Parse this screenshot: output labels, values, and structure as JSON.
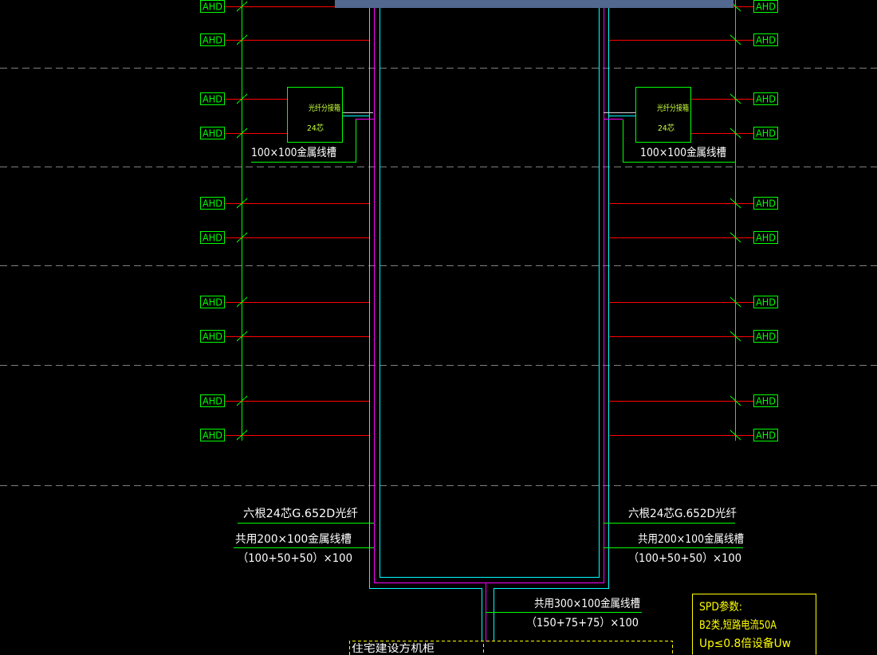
{
  "drawing": {
    "left_outlets": [
      "AHD",
      "AHD",
      "AHD",
      "AHD",
      "AHD",
      "AHD",
      "AHD",
      "AHD",
      "AHD",
      "AHD"
    ],
    "right_outlets": [
      "AHD",
      "AHD",
      "AHD",
      "AHD",
      "AHD",
      "AHD",
      "AHD",
      "AHD",
      "AHD",
      "AHD"
    ],
    "left_fiber_box": {
      "name": "光纤分接箱",
      "cores": "24芯",
      "tray_label": "100×100金属线槽"
    },
    "right_fiber_box": {
      "name": "光纤分接箱",
      "cores": "24芯",
      "tray_label": "100×100金属线槽"
    },
    "left_riser_notes": {
      "fiber": "六根24芯G.652D光纤",
      "tray": "共用200×100金属线槽",
      "tray_split": "（100+50+50）×100"
    },
    "right_riser_notes": {
      "fiber": "六根24芯G.652D光纤",
      "tray": "共用200×100金属线槽",
      "tray_split": "（100+50+50）×100"
    },
    "trunk_notes": {
      "tray": "共用300×100金属线槽",
      "tray_split": "（150+75+75）×100"
    },
    "cabinet": {
      "label": "住宅建设方机柜"
    },
    "spd": {
      "title": "SPD参数:",
      "lines": [
        "B2类,短路电流50A",
        "Up≤0.8倍设备Uw"
      ]
    }
  },
  "colors": {
    "background": "#000000",
    "outlet_green": "#00ff00",
    "cable_red": "#ff0000",
    "shaft_cyan": "#00ffff",
    "shaft_magenta": "#ff00ff",
    "floor_line_gray": "#808080",
    "annotation_yellow": "#ffff00",
    "box_text": "#c8ff3c",
    "slab_blue": "#52688e",
    "text_white": "#ffffff"
  }
}
